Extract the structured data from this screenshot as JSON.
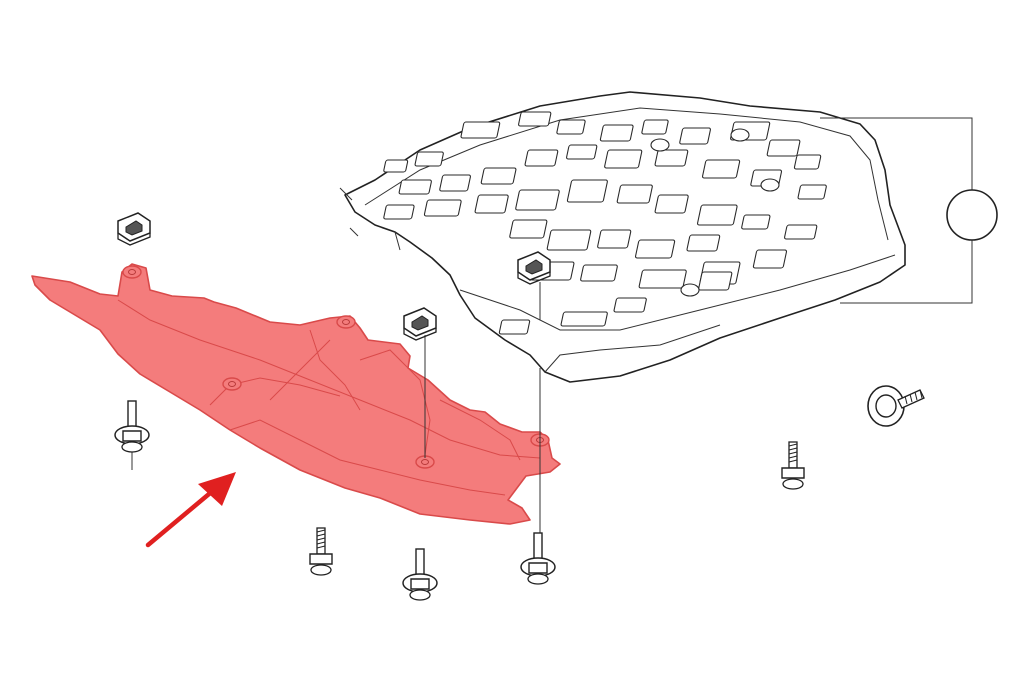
{
  "colors": {
    "highlight_fill": "#f47c7c",
    "highlight_stroke": "#d94a4a",
    "arrow": "#e02020",
    "line_art": "#222222",
    "background": "#ffffff"
  },
  "diagram": {
    "highlighted_part": "engine-under-cover",
    "callout_marker": "empty-circle",
    "fasteners": [
      "clip-nut",
      "clip-nut",
      "clip-nut",
      "bolt-washer",
      "bolt-washer",
      "bolt-washer",
      "screw",
      "screw",
      "bolt-flange"
    ]
  }
}
